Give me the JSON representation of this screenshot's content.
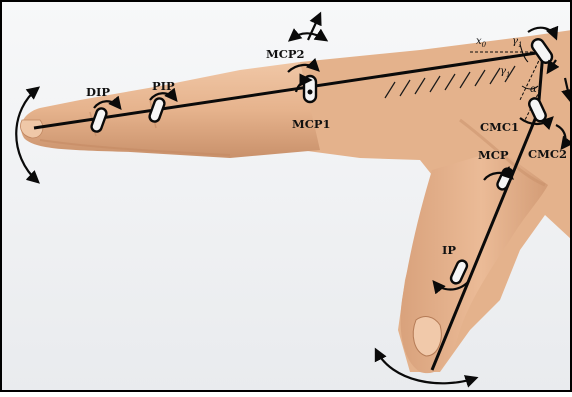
{
  "labels": {
    "dip": "DIP",
    "pip": "PIP",
    "mcp2": "MCP2",
    "mcp1": "MCP1",
    "cmc1": "CMC1",
    "cmc2": "CMC2",
    "mcp": "MCP",
    "ip": "IP",
    "x0": "x",
    "x0_sub": "0",
    "gamma": "γ",
    "gamma_sub": "1",
    "gamma2": "γ",
    "gamma2_sub": "1",
    "alpha": "α",
    "alpha_sub": "1"
  },
  "colors": {
    "background": "#f5f6f7",
    "skin": "#e8b894",
    "skin_shadow": "#c98f6a",
    "skin_highlight": "#f2cfb1",
    "line": "#0a0a0a",
    "border": "#000000"
  }
}
